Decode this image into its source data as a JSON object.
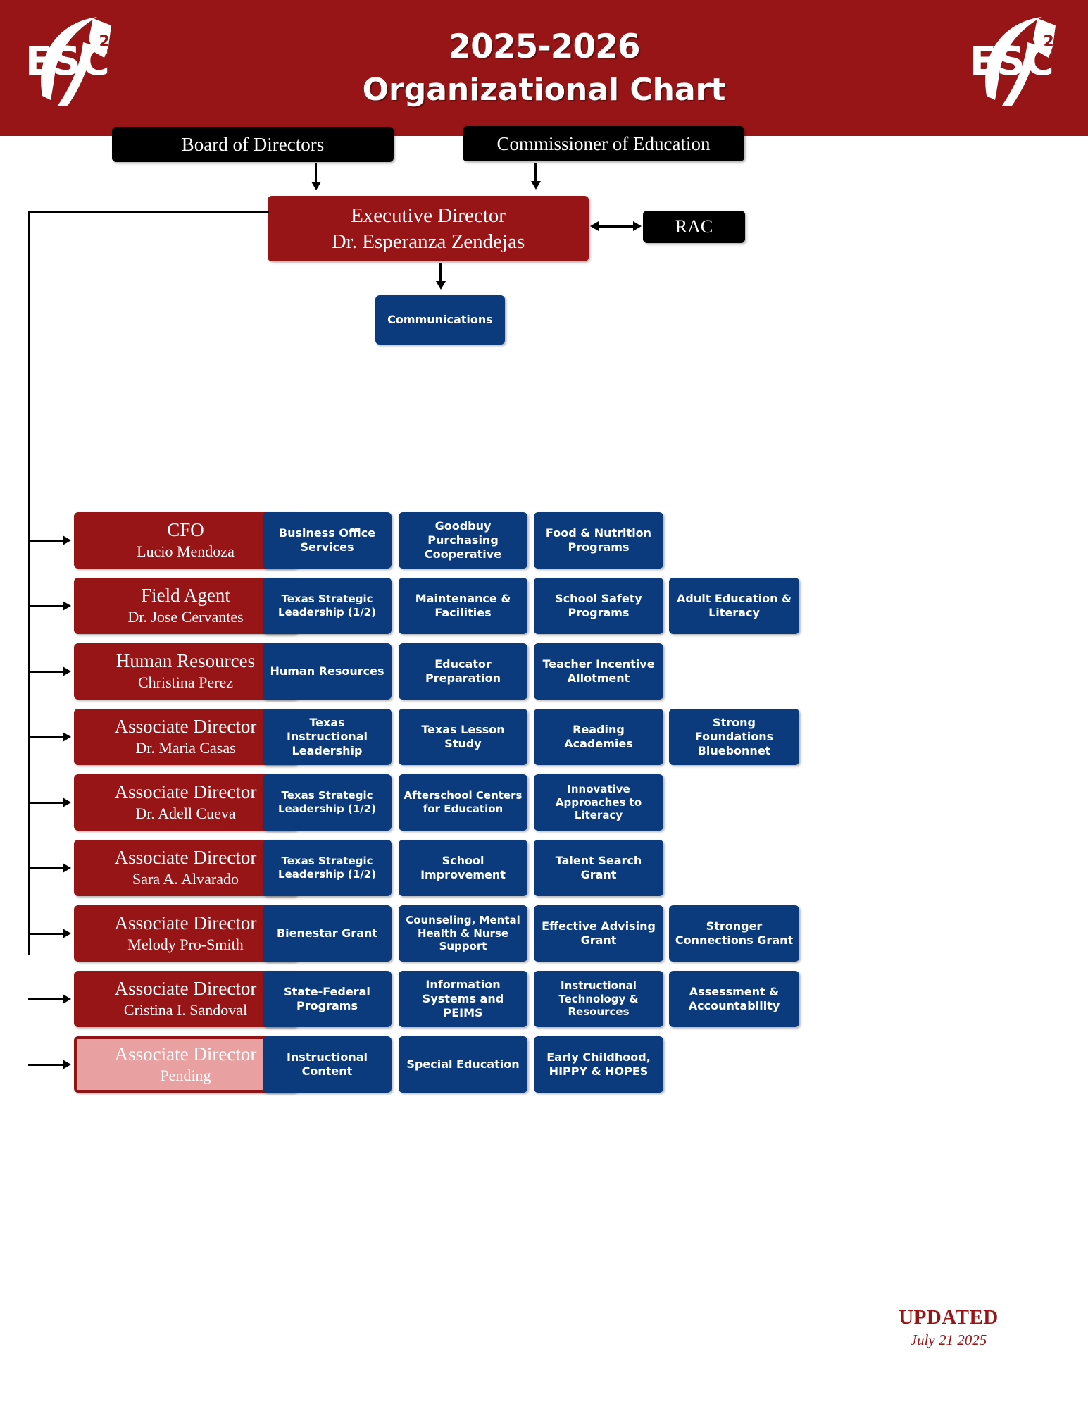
{
  "header": {
    "year": "2025-2026",
    "title": "Organizational Chart",
    "logo_text": "ESC",
    "logo_superscript": "2",
    "background_color": "#971516"
  },
  "top": {
    "board": "Board of Directors",
    "commissioner": "Commissioner of Education",
    "executive_director_title": "Executive Director",
    "executive_director_name": "Dr. Esperanza Zendejas",
    "rac": "RAC",
    "communications": "Communications"
  },
  "colors": {
    "brand_red": "#971516",
    "program_blue": "#0b3b7d",
    "black": "#000000",
    "pending_pink": "#e8a0a0"
  },
  "rows": [
    {
      "title": "CFO",
      "name": "Lucio Mendoza",
      "pending": false,
      "programs": [
        "Business Office Services",
        "Goodbuy Purchasing Cooperative",
        "Food & Nutrition Programs"
      ]
    },
    {
      "title": "Field Agent",
      "name": "Dr. Jose Cervantes",
      "pending": false,
      "programs": [
        "Texas Strategic Leadership (1/2)",
        "Maintenance & Facilities",
        "School Safety Programs",
        "Adult Education &  Literacy"
      ]
    },
    {
      "title": "Human Resources",
      "name": "Christina Perez",
      "pending": false,
      "programs": [
        "Human Resources",
        "Educator Preparation",
        "Teacher Incentive Allotment"
      ]
    },
    {
      "title": "Associate Director",
      "name": "Dr. Maria Casas",
      "pending": false,
      "programs": [
        "Texas Instructional Leadership",
        "Texas Lesson Study",
        "Reading Academies",
        "Strong Foundations Bluebonnet"
      ]
    },
    {
      "title": "Associate Director",
      "name": "Dr. Adell Cueva",
      "pending": false,
      "programs": [
        "Texas Strategic Leadership (1/2)",
        "Afterschool Centers for Education",
        "Innovative Approaches to Literacy"
      ]
    },
    {
      "title": "Associate Director",
      "name": "Sara A. Alvarado",
      "pending": false,
      "programs": [
        "Texas  Strategic Leadership (1/2)",
        "School Improvement",
        "Talent Search Grant"
      ]
    },
    {
      "title": "Associate Director",
      "name": "Melody Pro-Smith",
      "pending": false,
      "programs": [
        "Bienestar Grant",
        "Counseling, Mental Health & Nurse Support",
        "Effective Advising Grant",
        "Stronger Connections Grant"
      ]
    },
    {
      "title": "Associate Director",
      "name": "Cristina I. Sandoval",
      "pending": false,
      "programs": [
        "State-Federal Programs",
        "Information Systems and PEIMS",
        "Instructional Technology & Resources",
        "Assessment & Accountability"
      ]
    },
    {
      "title": "Associate Director",
      "name": "Pending",
      "pending": true,
      "programs": [
        "Instructional Content",
        "Special Education",
        "Early Childhood, HIPPY & HOPES"
      ]
    }
  ],
  "footer": {
    "updated_label": "UPDATED",
    "updated_date": "July 21 2025"
  }
}
